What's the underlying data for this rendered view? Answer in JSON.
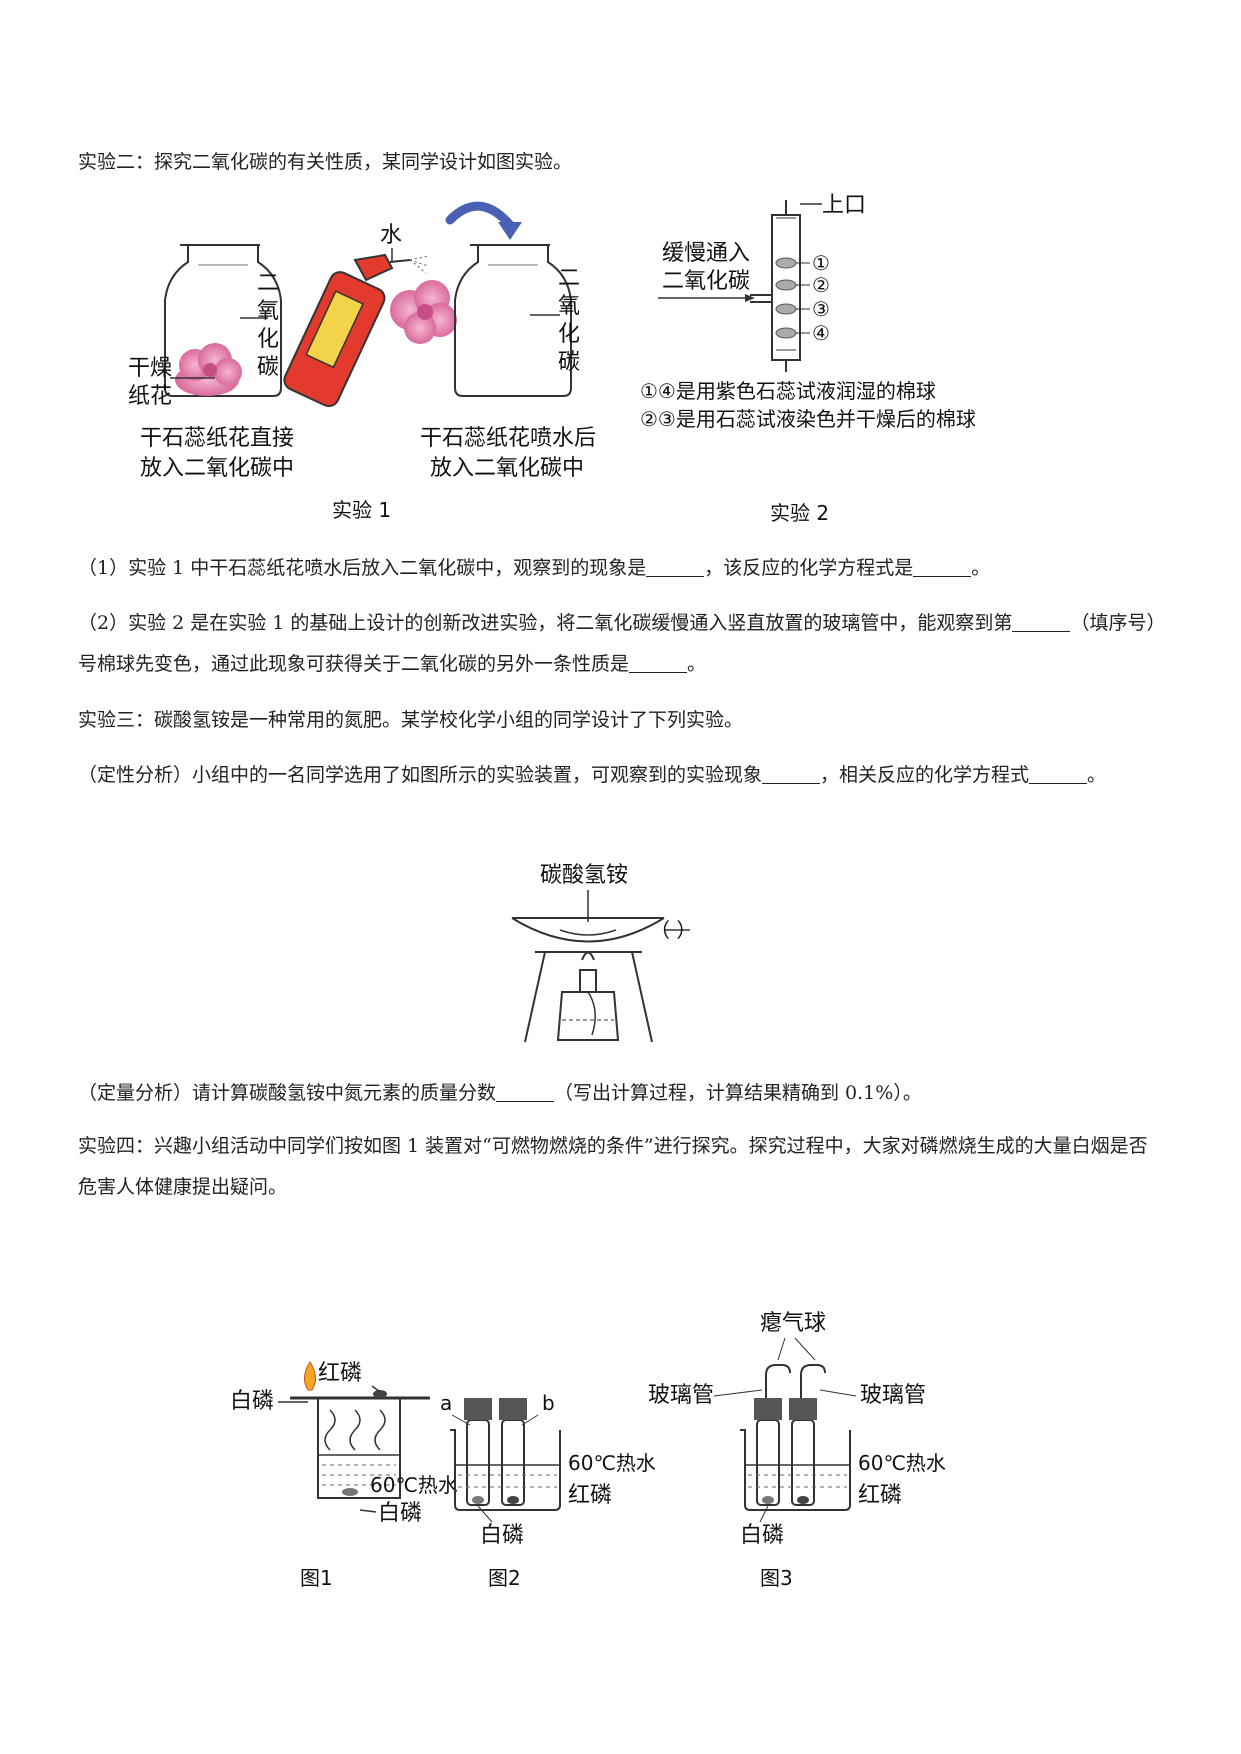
{
  "exp2": {
    "intro": "实验二：探究二氧化碳的有关性质，某同学设计如图实验。",
    "fig1": {
      "dry_flower": [
        "干燥",
        "纸花"
      ],
      "co2_left": [
        "二",
        "氧",
        "化",
        "碳"
      ],
      "water": "水",
      "co2_right": [
        "二",
        "氧",
        "化",
        "碳"
      ],
      "caption_left": [
        "干石蕊纸花直接",
        "放入二氧化碳中"
      ],
      "caption_right": [
        "干石蕊纸花喷水后",
        "放入二氧化碳中"
      ],
      "title": "实验 1"
    },
    "fig2": {
      "top": "上口",
      "inlet": [
        "缓慢通入",
        "二氧化碳"
      ],
      "balls": [
        "①",
        "②",
        "③",
        "④"
      ],
      "note1": "①④是用紫色石蕊试液润湿的棉球",
      "note2": "②③是用石蕊试液染色并干燥后的棉球",
      "title": "实验 2"
    },
    "q1": [
      "（1）实验 1 中干石蕊纸花喷水后放入二氧化碳中，观察到的现象是",
      "，该反应的化学方程式是",
      "。"
    ],
    "q2": [
      "（2）实验 2 是在实验 1 的基础上设计的创新改进实验，将二氧化碳缓慢通入竖直放置的玻璃管中，能观察到第",
      "（填序号）号棉球先变色，通过此现象可获得关于二氧化碳的另外一条性质是",
      "。"
    ]
  },
  "exp3": {
    "intro": "实验三：碳酸氢铵是一种常用的氮肥。某学校化学小组的同学设计了下列实验。",
    "qual": [
      "（定性分析）小组中的一名同学选用了如图所示的实验装置，可观察到的实验现象",
      "，相关反应的化学方程式",
      "。"
    ],
    "fig": {
      "label": "碳酸氢铵",
      "bracket": "（   ）"
    },
    "quant": [
      "（定量分析）请计算碳酸氢铵中氮元素的质量分数",
      "（写出计算过程，计算结果精确到 0.1%）。"
    ]
  },
  "exp4": {
    "intro": "实验四：兴趣小组活动中同学们按如图 1 装置对“可燃物燃烧的条件”进行探究。探究过程中，大家对磷燃烧生成的大量白烟是否危害人体健康提出疑问。",
    "fig1": {
      "white_p": "白磷",
      "red_p": "红磷",
      "hot_water": "60℃热水",
      "white_p_bottom": "白磷",
      "title": "图1"
    },
    "fig2": {
      "a": "a",
      "b": "b",
      "hot_water": "60℃热水",
      "red_p": "红磷",
      "white_p": "白磷",
      "title": "图2"
    },
    "fig3": {
      "balloon": "瘪气球",
      "tube_left": "玻璃管",
      "tube_right": "玻璃管",
      "hot_water": "60℃热水",
      "red_p": "红磷",
      "white_p": "白磷",
      "title": "图3"
    }
  }
}
